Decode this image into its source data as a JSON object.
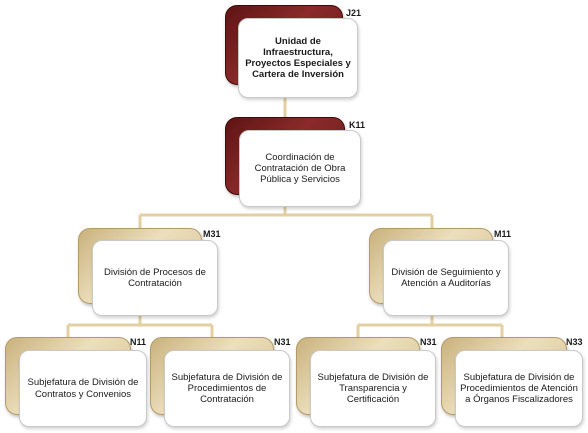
{
  "colors": {
    "connector": "#e3cfa0",
    "dark_card": "#6f1d1d",
    "light_card": "#e4d3ab"
  },
  "nodes": {
    "j21": {
      "code": "J21",
      "label": "Unidad de Infraestructura, Proyectos Especiales y Cartera de Inversión"
    },
    "k11": {
      "code": "K11",
      "label": "Coordinación de Contratación de Obra Pública y Servicios"
    },
    "m31": {
      "code": "M31",
      "label": "División de Procesos de Contratación"
    },
    "m11": {
      "code": "M11",
      "label": "División de Seguimiento y Atención a Auditorías"
    },
    "n11": {
      "code": "N11",
      "label": "Subjefatura de División de Contratos y Convenios"
    },
    "n31a": {
      "code": "N31",
      "label": "Subjefatura de División de Procedimientos de Contratación"
    },
    "n31b": {
      "code": "N31",
      "label": "Subjefatura de División de Transparencia y Certificación"
    },
    "n33": {
      "code": "N33",
      "label": "Subjefatura de División de Procedimientos de Atención a Órganos Fiscalizadores"
    }
  }
}
